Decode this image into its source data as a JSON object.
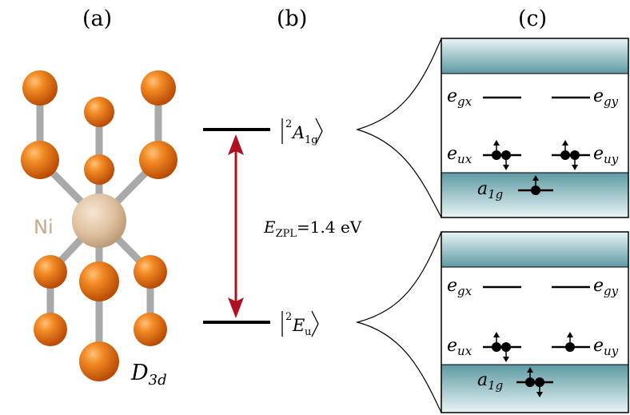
{
  "panels": {
    "a": "(a)",
    "b": "(b)",
    "c": "(c)"
  },
  "molecule": {
    "center_atom": "Ni",
    "symmetry_main": "D",
    "symmetry_sub": "3d"
  },
  "levels": {
    "upper": {
      "state_main": "A",
      "state_sup": "2",
      "state_sub": "1g"
    },
    "lower": {
      "state_main": "E",
      "state_sup": "2",
      "state_sub": "u"
    },
    "transition": {
      "main": "E",
      "sub": "ZPL",
      "value": "=1.4 eV"
    }
  },
  "orbitals": {
    "egx": {
      "main": "e",
      "sub": "gx"
    },
    "egy": {
      "main": "e",
      "sub": "gy"
    },
    "eux": {
      "main": "e",
      "sub": "ux"
    },
    "euy": {
      "main": "e",
      "sub": "uy"
    },
    "a1g": {
      "main": "a",
      "sub": "1g"
    }
  },
  "colors": {
    "ligand": "#e4700f",
    "nickel": "#e0c2a2",
    "bond": "#a9a9a9",
    "arrow": "#b01020",
    "band": "#5d9aa3",
    "ni_label": "#c8a888"
  }
}
